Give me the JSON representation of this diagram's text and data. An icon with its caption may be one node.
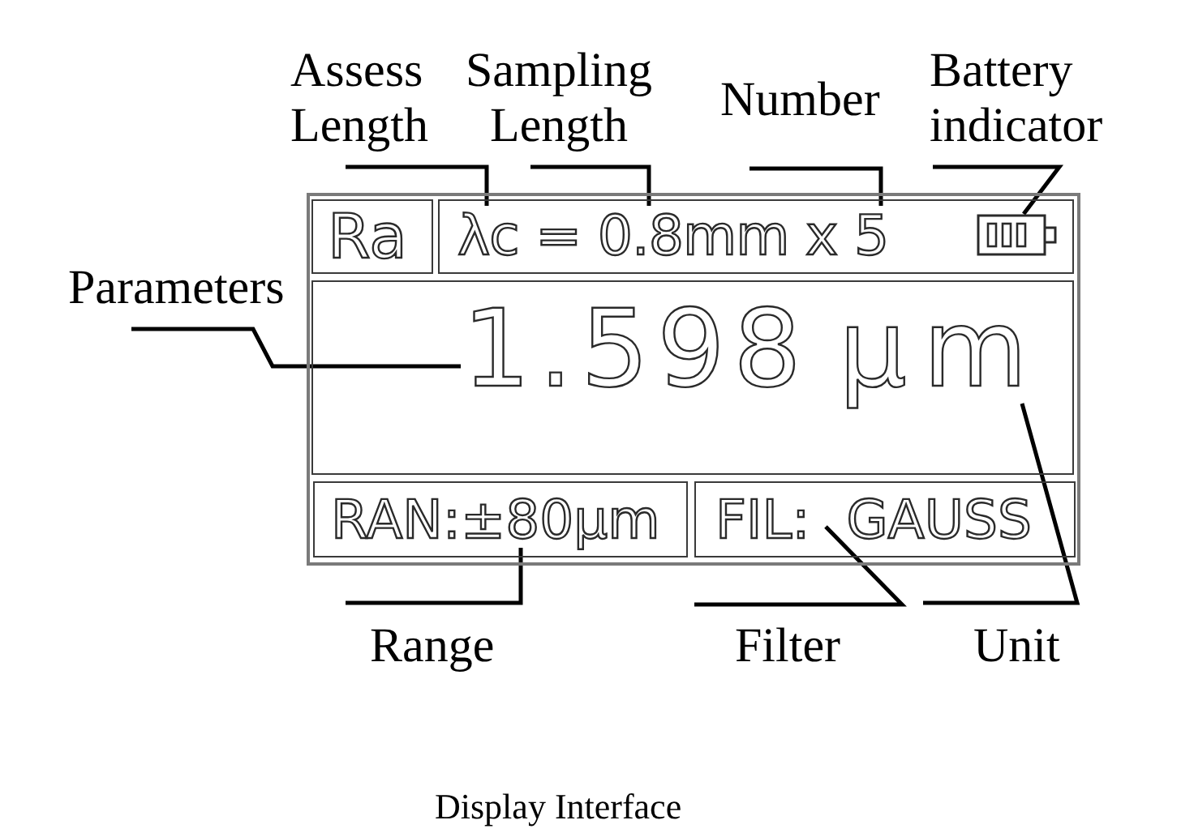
{
  "diagram": {
    "caption": "Display Interface",
    "nodes": [
      {
        "text": [
          "Assess Length"
        ]
      },
      {
        "text": [
          "Sampling Length"
        ]
      },
      {
        "text": [
          "Number"
        ]
      },
      {
        "text": [
          "Battery indicator"
        ]
      },
      {
        "text": [
          "Parameters"
        ]
      },
      {
        "text": [],
        "shape": "box"
      },
      {
        "text": [
          "Ra"
        ],
        "in": 5
      },
      {
        "text": [
          "λc = 0.8mm x 5"
        ],
        "in": 5
      },
      {
        "text": [],
        "shape": "battery",
        "in": 7
      },
      {
        "text": [],
        "shape": "box",
        "in": 5
      },
      {
        "text": [
          "1.598"
        ],
        "in": 9
      },
      {
        "text": [
          "μm"
        ],
        "in": 9
      },
      {
        "text": [
          "RAN:±80μm"
        ],
        "in": 5
      },
      {
        "text": [
          "FIL: GAUSS"
        ],
        "in": 5
      },
      {
        "text": [
          "Range"
        ]
      },
      {
        "text": [
          "Filter"
        ]
      },
      {
        "text": [
          "Unit"
        ]
      }
    ],
    "edges": [
      {
        "from": 0,
        "to": 7,
        "arrow": "none"
      },
      {
        "from": 1,
        "to": 7,
        "arrow": "none"
      },
      {
        "from": 2,
        "to": 7,
        "arrow": "none"
      },
      {
        "from": 3,
        "to": 8,
        "arrow": "none"
      },
      {
        "from": 4,
        "to": 10,
        "arrow": "none"
      },
      {
        "from": 14,
        "to": 12,
        "arrow": "none"
      },
      {
        "from": 15,
        "to": 13,
        "arrow": "none"
      },
      {
        "from": 16,
        "to": 11,
        "arrow": "none"
      }
    ]
  }
}
